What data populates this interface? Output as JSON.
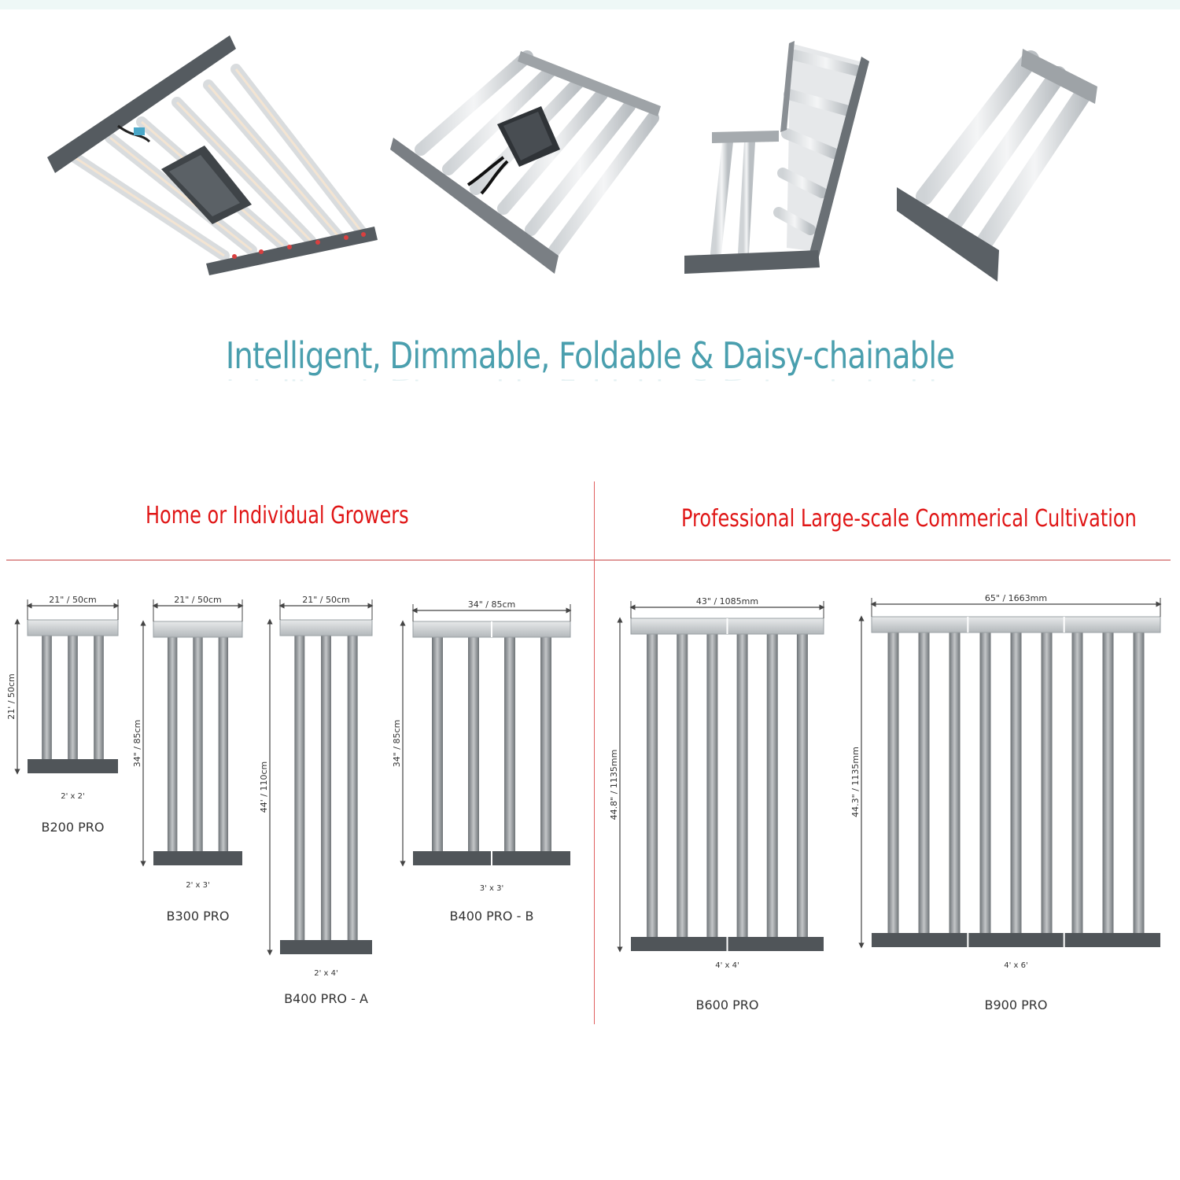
{
  "headline": "Intelligent, Dimmable, Foldable & Daisy-chainable",
  "sections": {
    "left_title": "Home or Individual Growers",
    "right_title": "Professional Large-scale Commerical Cultivation"
  },
  "models": [
    {
      "name": "B200 PRO",
      "width_label": "21\" / 50cm",
      "height_label": "21' / 50cm",
      "coverage": "2' x 2'"
    },
    {
      "name": "B300 PRO",
      "width_label": "21\" / 50cm",
      "height_label": "34\" / 85cm",
      "coverage": "2' x 3'"
    },
    {
      "name": "B400 PRO - A",
      "width_label": "21\" / 50cm",
      "height_label": "44' / 110cm",
      "coverage": "2' x 4'"
    },
    {
      "name": "B400 PRO - B",
      "width_label": "34\" / 85cm",
      "height_label": "34\" / 85cm",
      "coverage": "3' x 3'"
    },
    {
      "name": "B600 PRO",
      "width_label": "43\"  / 1085mm",
      "height_label": "44.8\"  /  1135mm",
      "coverage": "4' x 4'"
    },
    {
      "name": "B900 PRO",
      "width_label": "65\" / 1663mm",
      "height_label": "44.3\"  /  1135mm",
      "coverage": "4' x 6'"
    }
  ],
  "colors": {
    "headline": "#4a9fae",
    "section_title": "#e01616",
    "divider": "#e06060"
  }
}
